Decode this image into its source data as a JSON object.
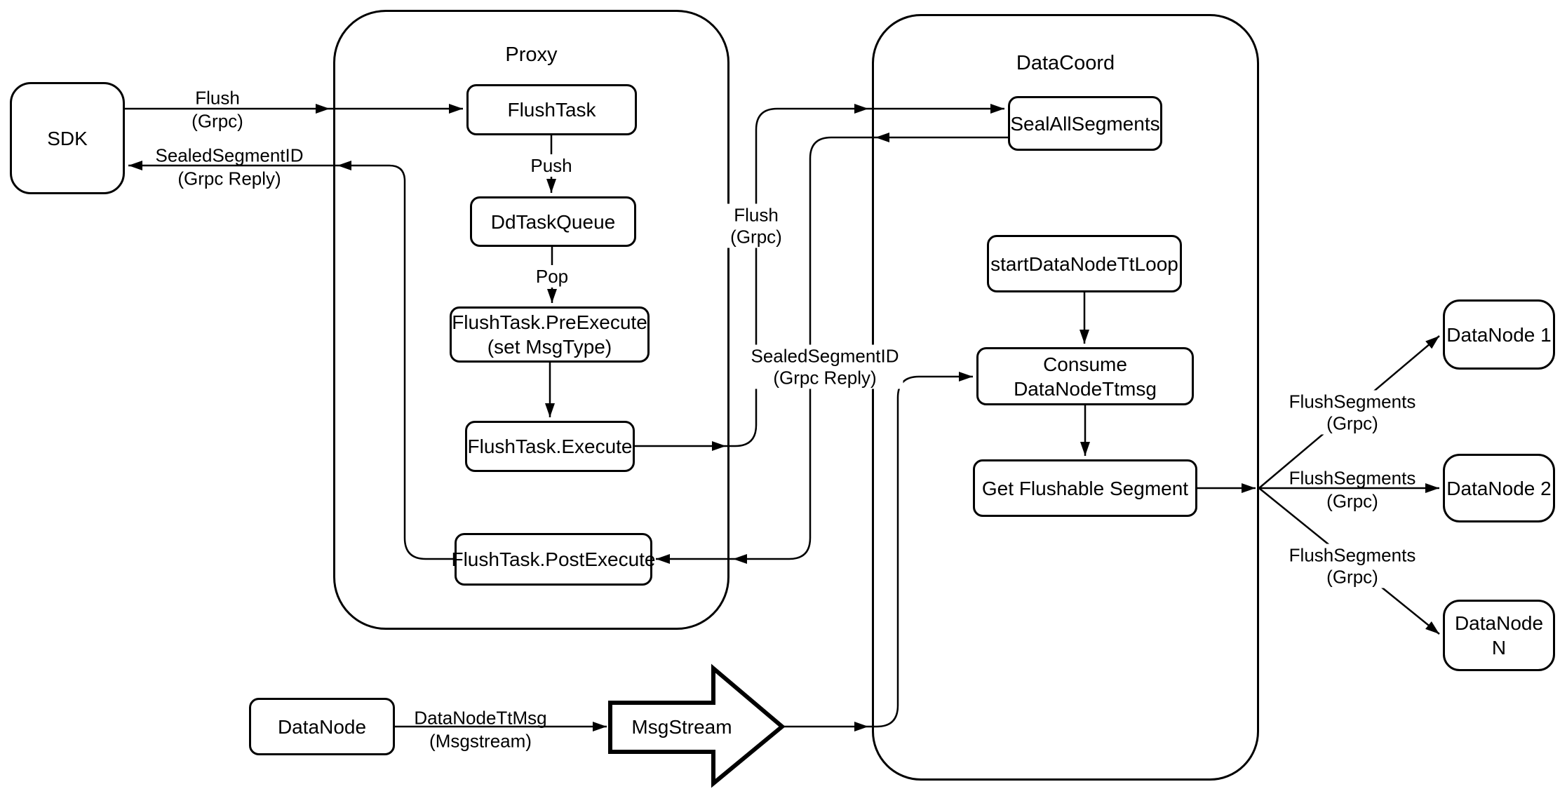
{
  "containers": {
    "proxy": {
      "title": "Proxy"
    },
    "datacoord": {
      "title": "DataCoord"
    }
  },
  "nodes": {
    "sdk": {
      "label": "SDK"
    },
    "flush_task": {
      "label": "FlushTask"
    },
    "dd_task_queue": {
      "label": "DdTaskQueue"
    },
    "pre_execute": {
      "line1": "FlushTask.PreExecute",
      "line2": "(set MsgType)"
    },
    "execute": {
      "label": "FlushTask.Execute"
    },
    "post_execute": {
      "label": "FlushTask.PostExecute"
    },
    "seal_all_segments": {
      "label": "SealAllSegments"
    },
    "start_datanode_tt_loop": {
      "label": "startDataNodeTtLoop"
    },
    "consume_datanode_ttmsg": {
      "label": "Consume DataNodeTtmsg"
    },
    "get_flushable_segment": {
      "label": "Get Flushable Segment"
    },
    "datanode_1": {
      "label": "DataNode 1"
    },
    "datanode_2": {
      "label": "DataNode 2"
    },
    "datanode_n": {
      "label": "DataNode N"
    },
    "datanode": {
      "label": "DataNode"
    },
    "msgstream": {
      "label": "MsgStream"
    }
  },
  "edge_labels": {
    "flush_grpc_sdk": {
      "line1": "Flush",
      "line2": "(Grpc)"
    },
    "sealed_segment_id_sdk": {
      "line1": "SealedSegmentID",
      "line2": "(Grpc Reply)"
    },
    "push": {
      "label": "Push"
    },
    "pop": {
      "label": "Pop"
    },
    "flush_grpc_mid": {
      "line1": "Flush",
      "line2": "(Grpc)"
    },
    "sealed_segment_id_mid": {
      "line1": "SealedSegmentID",
      "line2": "(Grpc Reply)"
    },
    "flush_segments_1": {
      "line1": "FlushSegments",
      "line2": "(Grpc)"
    },
    "flush_segments_2": {
      "line1": "FlushSegments",
      "line2": "(Grpc)"
    },
    "flush_segments_3": {
      "line1": "FlushSegments",
      "line2": "(Grpc)"
    },
    "datanode_tt_msg": {
      "line1": "DataNodeTtMsg",
      "line2": "(Msgstream)"
    }
  },
  "colors": {
    "stroke": "#000000",
    "fill": "#ffffff",
    "text": "#000000"
  }
}
